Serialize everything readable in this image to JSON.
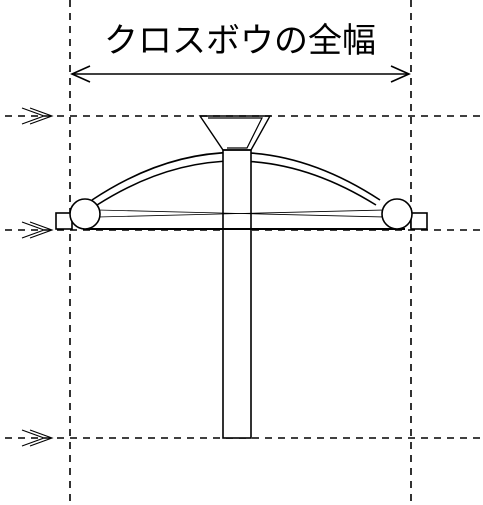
{
  "diagram": {
    "title": "クロスボウの全幅",
    "colors": {
      "stroke": "#000000",
      "background": "#ffffff"
    },
    "icons": {
      "double_chevron": "double-right-chevron",
      "arrow": "double-headed-arrow"
    }
  }
}
